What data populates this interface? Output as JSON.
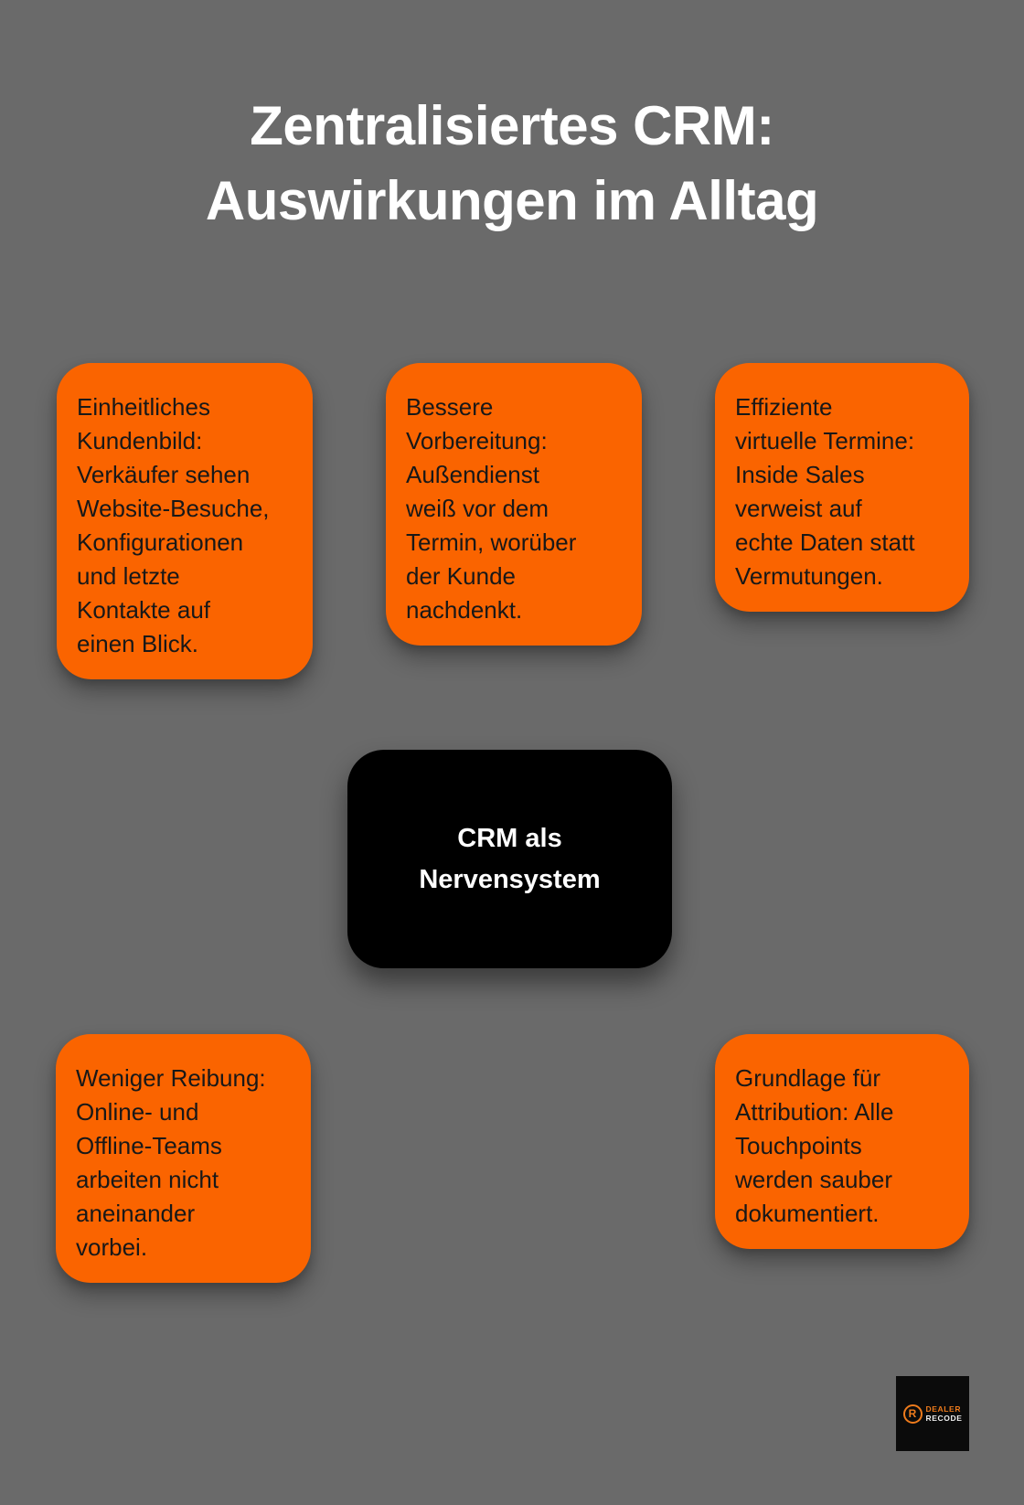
{
  "title": {
    "text": "Zentralisiertes CRM:\nAuswirkungen im Alltag"
  },
  "center_node": {
    "text": "CRM als\nNervensystem"
  },
  "cards": [
    {
      "id": "unified-customer-view",
      "text": "Einheitliches\nKundenbild:\nVerkäufer sehen\nWebsite-Besuche,\nKonfigurationen\nund letzte\nKontakte auf\neinen Blick."
    },
    {
      "id": "better-preparation",
      "text": "Bessere\nVorbereitung:\nAußendienst\nweiß vor dem\nTermin, worüber\nder Kunde\nnachdenkt."
    },
    {
      "id": "efficient-virtual-appointments",
      "text": "Effiziente\nvirtuelle Termine:\nInside Sales\nverweist auf\nechte Daten statt\nVermutungen."
    },
    {
      "id": "less-friction",
      "text": "Weniger Reibung:\nOnline- und\nOffline-Teams\narbeiten nicht\naneinander\nvorbei."
    },
    {
      "id": "attribution-basis",
      "text": "Grundlage für\nAttribution: Alle\nTouchpoints\nwerden sauber\ndokumentiert."
    }
  ],
  "logo": {
    "icon_letter": "R",
    "line1": "DEALER",
    "line2": "RECODE"
  },
  "colors": {
    "background": "#6A6A6A",
    "accent_orange": "#FA6400",
    "node_black": "#000000",
    "title_white": "#FFFFFF",
    "card_text": "#181818",
    "logo_orange": "#EE7B1C"
  }
}
